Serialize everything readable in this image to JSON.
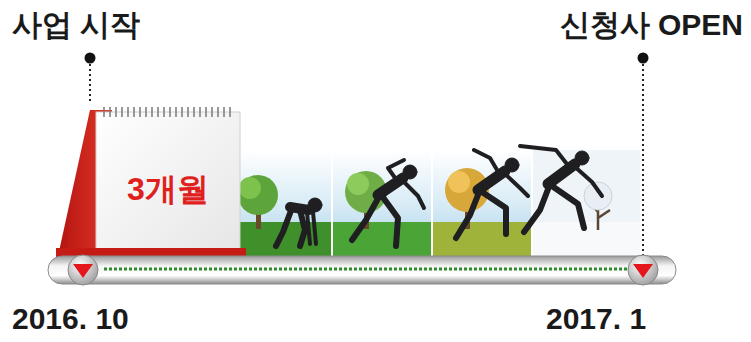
{
  "diagram": {
    "nodes": [
      {
        "text": [
          "3개월"
        ]
      }
    ],
    "labels": [
      "사업 시작",
      "신청사 OPEN",
      "2016. 10",
      "2017. 1"
    ]
  }
}
